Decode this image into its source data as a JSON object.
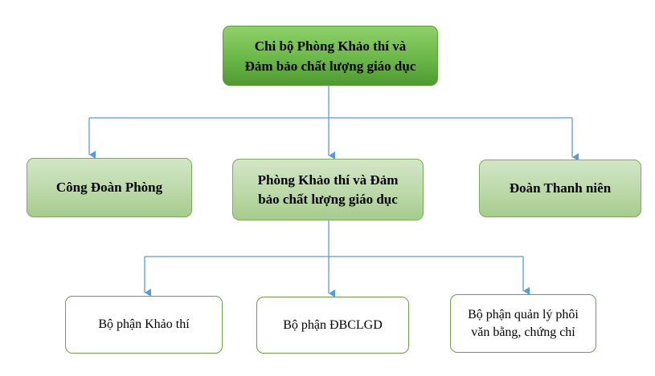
{
  "root": {
    "line1": "Chi bộ Phòng Khảo thí và",
    "line2": "Đảm bảo chất lượng giáo dục"
  },
  "children": [
    {
      "label": "Công Đoàn Phòng"
    },
    {
      "line1": "Phòng Khảo thí và Đảm",
      "line2": "bảo chất lượng giáo dục"
    },
    {
      "label": "Đoàn Thanh niên"
    }
  ],
  "subunits": [
    {
      "label": "Bộ phận Khảo thí"
    },
    {
      "label": "Bộ phận ĐBCLGD"
    },
    {
      "line1": "Bộ phận quản lý phôi",
      "line2": "văn bằng, chứng chỉ"
    }
  ],
  "colors": {
    "connector": "#5b9bd5",
    "root_fill": "#70b84d",
    "mid_fill": "#bcd9a9",
    "border": "#6a9e46"
  }
}
